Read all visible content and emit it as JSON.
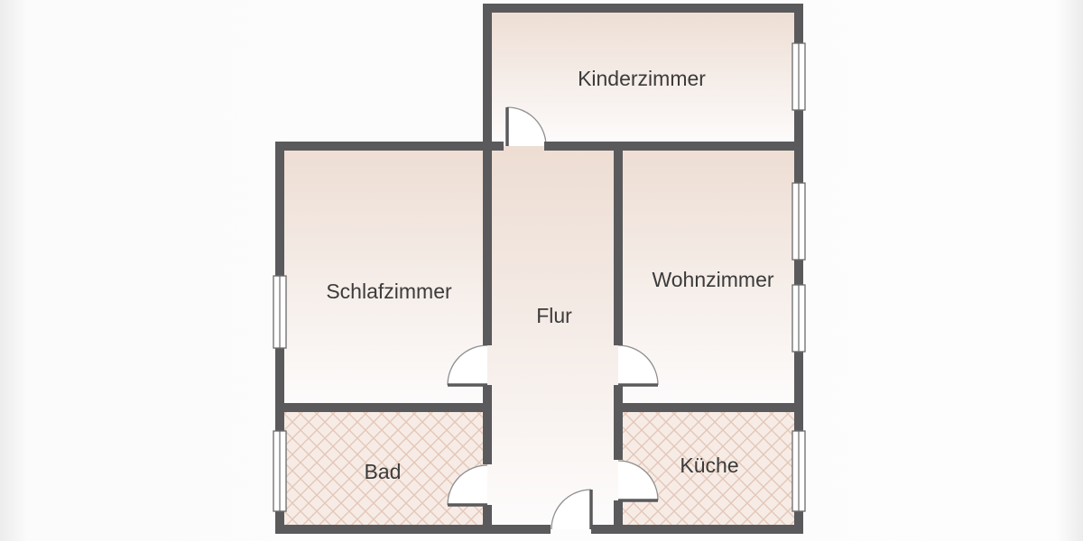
{
  "diagram": {
    "type": "floor-plan",
    "rooms": [
      {
        "id": "kinderzimmer",
        "label": "Kinderzimmer",
        "floor": "plain"
      },
      {
        "id": "schlafzimmer",
        "label": "Schlafzimmer",
        "floor": "plain"
      },
      {
        "id": "flur",
        "label": "Flur",
        "floor": "plain"
      },
      {
        "id": "wohnzimmer",
        "label": "Wohnzimmer",
        "floor": "plain"
      },
      {
        "id": "bad",
        "label": "Bad",
        "floor": "tiled"
      },
      {
        "id": "kueche",
        "label": "Küche",
        "floor": "tiled"
      }
    ],
    "windows": [
      {
        "room": "Kinderzimmer",
        "wall": "right"
      },
      {
        "room": "Wohnzimmer",
        "wall": "right"
      },
      {
        "room": "Wohnzimmer",
        "wall": "right"
      },
      {
        "room": "Küche",
        "wall": "right"
      },
      {
        "room": "Schlafzimmer",
        "wall": "left"
      },
      {
        "room": "Bad",
        "wall": "left"
      }
    ],
    "doors": [
      {
        "from": "Flur",
        "to": "Kinderzimmer"
      },
      {
        "from": "Flur",
        "to": "Schlafzimmer"
      },
      {
        "from": "Flur",
        "to": "Wohnzimmer"
      },
      {
        "from": "Flur",
        "to": "Bad"
      },
      {
        "from": "Flur",
        "to": "Küche"
      },
      {
        "from": "Flur",
        "to": "outside"
      }
    ],
    "colors": {
      "wall": "#5a5a5c",
      "room_tint_top": "#edddd3",
      "room_tint_bottom": "#fdfcfc",
      "tile_hatch_line": "#e3c7b9",
      "tile_hatch_bg": "#f7ece5",
      "label_text": "#3b3b3b",
      "background": "#fbfbfb"
    }
  }
}
